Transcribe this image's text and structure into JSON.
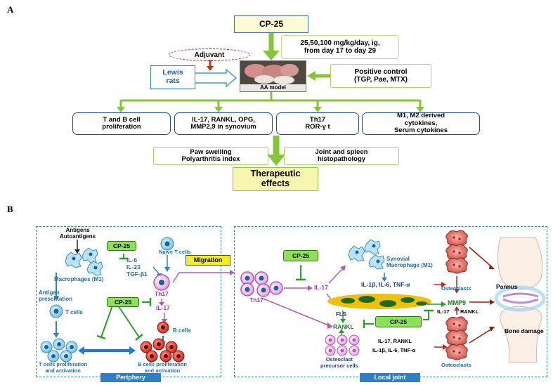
{
  "panel_a": {
    "label": "A",
    "drug": "CP-25",
    "dosage": "25,50,100 mg/kg/day, ig,\nfrom day 17 to day 29",
    "adjuvant": "Adjuvant",
    "rats": "Lewis\nrats",
    "model": "AA model",
    "positive_control": "Positive control\n(TGP, Pae, MTX)",
    "outcomes": [
      "T and B cell\nproliferation",
      "IL-17, RANKL, OPG,\nMMP2,9 in synovium",
      "Th17\nROR-γ t",
      "M1, M2 derived\ncytokines,\nSerum cytokines"
    ],
    "evaluations": [
      "Paw swelling\nPolyarthritis index",
      "Joint and spleen\nhistopathology"
    ],
    "therapeutic": "Therapeutic\neffects"
  },
  "panel_b": {
    "label": "B",
    "periphery": {
      "title": "Periphery",
      "antigens": "Antigens\nAutoantigens",
      "cp25_1": "CP-25",
      "naive": "Naive T cells",
      "cytokines": "IL-6\nIL-23\nTGF-β1",
      "macrophages": "Macrophages (M1)",
      "th17": "Th17",
      "antigen_presentation": "Antigen\npresentation",
      "cp25_2": "CP-25",
      "il17": "IL-17",
      "t_cells": "T cells",
      "b_cells": "B cells",
      "t_prolif": "T cells proliferation\nand activation",
      "b_prolif": "B cells proliferation\nand activation"
    },
    "migration": "Migration",
    "local": {
      "title": "Local joint",
      "cp25_1": "CP-25",
      "synovial": "Synovial\nMacrophage (M1)",
      "th17": "Th17",
      "il17": "IL-17",
      "cytokines": "IL-1β, IL-6, TNF-α",
      "osteoclasts_top": "Osteoclasts",
      "pannus": "Pannus",
      "mmp9": "MMP9",
      "il17_rankl": "IL-17",
      "rankl_small": "RANKL",
      "fls": "FLS",
      "rankl": "RANKL",
      "cp25_2": "CP-25",
      "bone_damage": "Bone damage",
      "precursor_cyt1": "IL-17, RANKL",
      "precursor_cyt2": "IL-1β, IL-6, TNF-α",
      "precursor": "Osteoclast\nprecursor cells",
      "osteoclasts_bottom": "Osteoclasts"
    }
  }
}
